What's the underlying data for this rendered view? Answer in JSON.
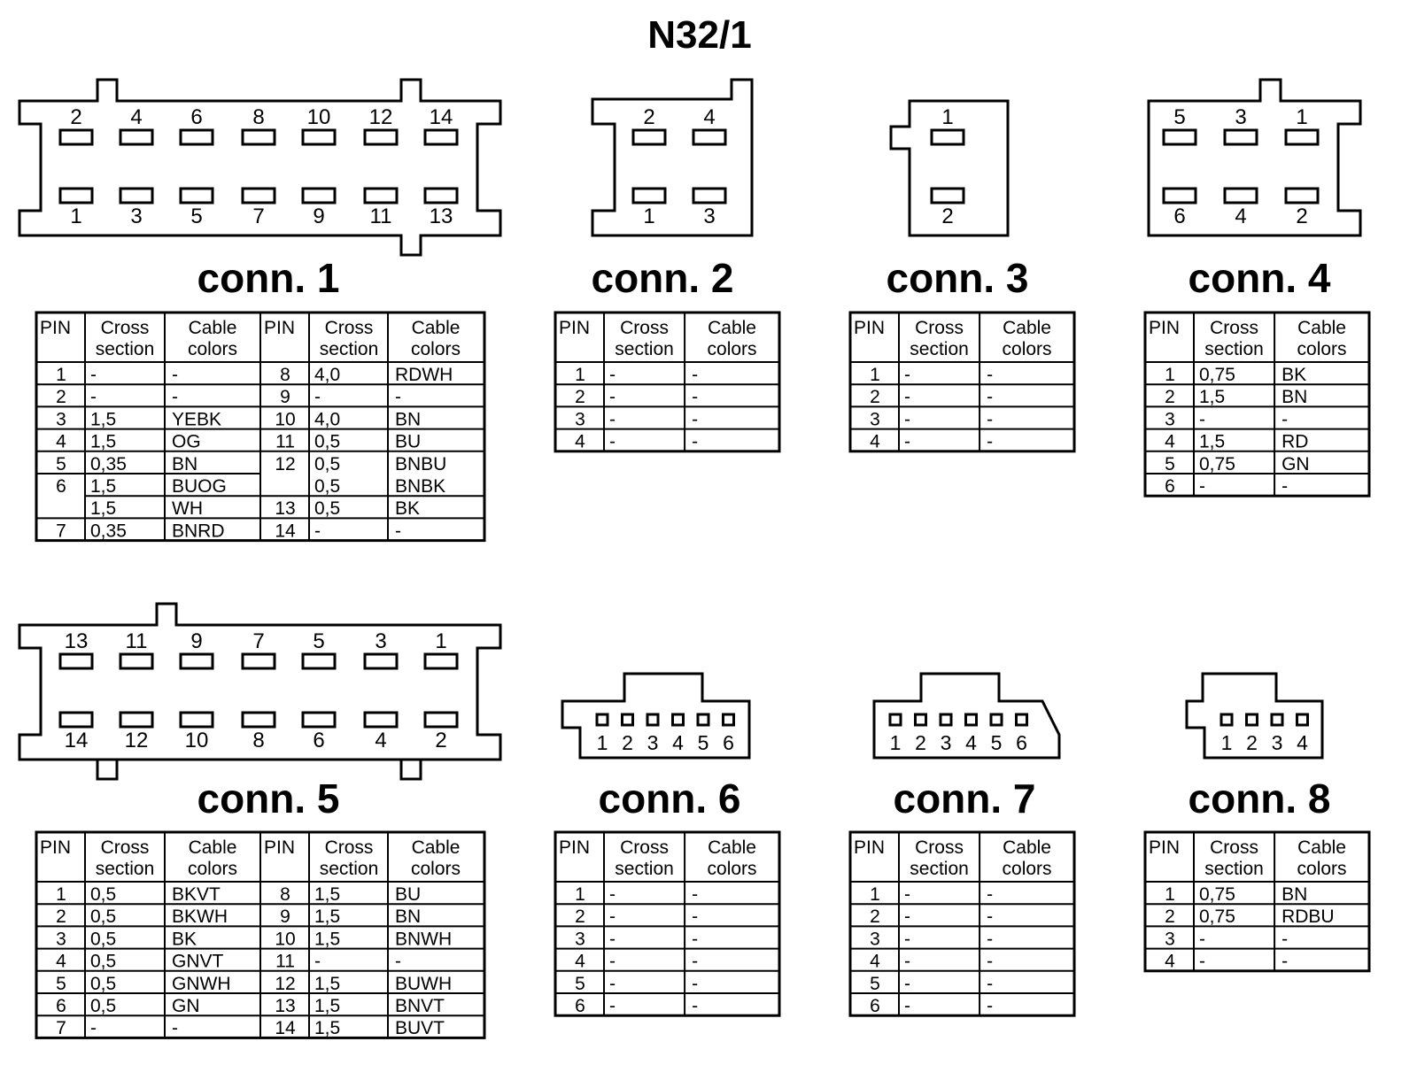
{
  "title": "N32/1",
  "headers": {
    "pin": "PIN",
    "cross_1": "Cross",
    "cross_2": "section",
    "cable_1": "Cable",
    "cable_2": "colors"
  },
  "connectors": [
    {
      "label": "conn. 1",
      "pins_top": [
        "2",
        "4",
        "6",
        "8",
        "10",
        "12",
        "14"
      ],
      "pins_bottom": [
        "1",
        "3",
        "5",
        "7",
        "9",
        "11",
        "13"
      ],
      "rows": [
        [
          "1",
          "-",
          "-",
          "8",
          "4,0",
          "RDWH"
        ],
        [
          "2",
          "-",
          "-",
          "9",
          "-",
          "-"
        ],
        [
          "3",
          "1,5",
          "YEBK",
          "10",
          "4,0",
          "BN"
        ],
        [
          "4",
          "1,5",
          "OG",
          "11",
          "0,5",
          "BU"
        ],
        [
          "5",
          "0,35",
          "BN",
          "12",
          "0,5",
          "BNBU"
        ],
        [
          "6",
          "1,5",
          "BUOG",
          "",
          "0,5",
          "BNBK"
        ],
        [
          "",
          "1,5",
          "WH",
          "13",
          "0,5",
          "BK"
        ],
        [
          "7",
          "0,35",
          "BNRD",
          "14",
          "-",
          "-"
        ]
      ]
    },
    {
      "label": "conn. 2",
      "pins_top": [
        "2",
        "4"
      ],
      "pins_bottom": [
        "1",
        "3"
      ],
      "rows": [
        [
          "1",
          "-",
          "-"
        ],
        [
          "2",
          "-",
          "-"
        ],
        [
          "3",
          "-",
          "-"
        ],
        [
          "4",
          "-",
          "-"
        ]
      ]
    },
    {
      "label": "conn. 3",
      "pins_top": [
        "1"
      ],
      "pins_bottom": [
        "2"
      ],
      "rows": [
        [
          "1",
          "-",
          "-"
        ],
        [
          "2",
          "-",
          "-"
        ],
        [
          "3",
          "-",
          "-"
        ],
        [
          "4",
          "-",
          "-"
        ]
      ]
    },
    {
      "label": "conn. 4",
      "pins_top": [
        "5",
        "3",
        "1"
      ],
      "pins_bottom": [
        "6",
        "4",
        "2"
      ],
      "rows": [
        [
          "1",
          "0,75",
          "BK"
        ],
        [
          "2",
          "1,5",
          "BN"
        ],
        [
          "3",
          "-",
          "-"
        ],
        [
          "4",
          "1,5",
          "RD"
        ],
        [
          "5",
          "0,75",
          "GN"
        ],
        [
          "6",
          "-",
          "-"
        ]
      ]
    },
    {
      "label": "conn. 5",
      "pins_top": [
        "13",
        "11",
        "9",
        "7",
        "5",
        "3",
        "1"
      ],
      "pins_bottom": [
        "14",
        "12",
        "10",
        "8",
        "6",
        "4",
        "2"
      ],
      "rows": [
        [
          "1",
          "0,5",
          "BKVT",
          "8",
          "1,5",
          "BU"
        ],
        [
          "2",
          "0,5",
          "BKWH",
          "9",
          "1,5",
          "BN"
        ],
        [
          "3",
          "0,5",
          "BK",
          "10",
          "1,5",
          "BNWH"
        ],
        [
          "4",
          "0,5",
          "GNVT",
          "11",
          "-",
          "-"
        ],
        [
          "5",
          "0,5",
          "GNWH",
          "12",
          "1,5",
          "BUWH"
        ],
        [
          "6",
          "0,5",
          "GN",
          "13",
          "1,5",
          "BNVT"
        ],
        [
          "7",
          "-",
          "-",
          "14",
          "1,5",
          "BUVT"
        ]
      ]
    },
    {
      "label": "conn. 6",
      "pins": [
        "1",
        "2",
        "3",
        "4",
        "5",
        "6"
      ],
      "rows": [
        [
          "1",
          "-",
          "-"
        ],
        [
          "2",
          "-",
          "-"
        ],
        [
          "3",
          "-",
          "-"
        ],
        [
          "4",
          "-",
          "-"
        ],
        [
          "5",
          "-",
          "-"
        ],
        [
          "6",
          "-",
          "-"
        ]
      ]
    },
    {
      "label": "conn. 7",
      "pins": [
        "1",
        "2",
        "3",
        "4",
        "5",
        "6"
      ],
      "rows": [
        [
          "1",
          "-",
          "-"
        ],
        [
          "2",
          "-",
          "-"
        ],
        [
          "3",
          "-",
          "-"
        ],
        [
          "4",
          "-",
          "-"
        ],
        [
          "5",
          "-",
          "-"
        ],
        [
          "6",
          "-",
          "-"
        ]
      ]
    },
    {
      "label": "conn. 8",
      "pins": [
        "1",
        "2",
        "3",
        "4"
      ],
      "rows": [
        [
          "1",
          "0,75",
          "BN"
        ],
        [
          "2",
          "0,75",
          "RDBU"
        ],
        [
          "3",
          "-",
          "-"
        ],
        [
          "4",
          "-",
          "-"
        ]
      ]
    }
  ]
}
